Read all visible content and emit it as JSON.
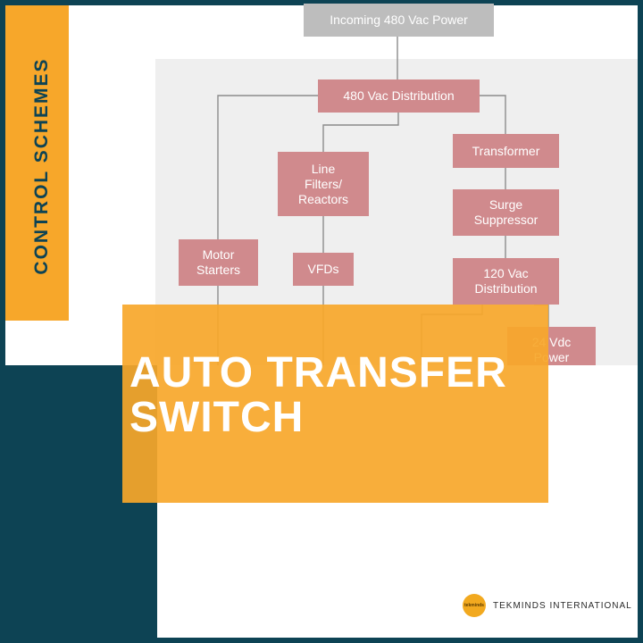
{
  "side_tab": {
    "label": "CONTROL SCHEMES"
  },
  "diagram": {
    "nodes": {
      "incoming": "Incoming 480 Vac Power",
      "distribution_480": "480 Vac Distribution",
      "transformer": "Transformer",
      "line_filters": [
        "Line",
        "Filters/",
        "Reactors"
      ],
      "surge": [
        "Surge",
        "Suppressor"
      ],
      "motor_starters": [
        "Motor",
        "Starters"
      ],
      "vfds": "VFDs",
      "distribution_120": [
        "120 Vac",
        "Distribution"
      ],
      "dc_24": [
        "24 Vdc",
        "Power"
      ]
    },
    "colors": {
      "node": "#d08a8d",
      "incoming_node": "#bdbdbd",
      "connector": "#8c8c8c"
    }
  },
  "banner": {
    "title_line1": "AUTO TRANSFER",
    "title_line2": "SWITCH"
  },
  "brand": {
    "logo_text": "tekminds",
    "name": "TEKMINDS INTERNATIONAL"
  },
  "colors": {
    "navy": "#0d4354",
    "orange": "#f7a72a",
    "white": "#ffffff"
  }
}
